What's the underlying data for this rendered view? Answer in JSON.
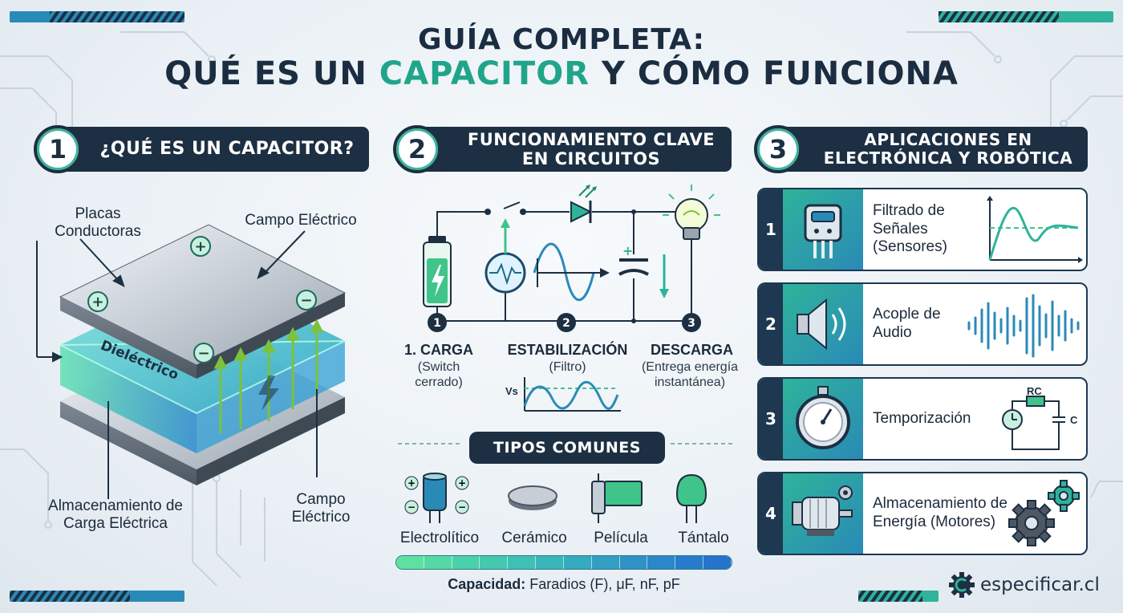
{
  "title": {
    "line1": "GUÍA COMPLETA:",
    "line2_pre": "QUÉ ES UN ",
    "line2_accent": "CAPACITOR",
    "line2_post": " Y CÓMO FUNCIONA"
  },
  "section1": {
    "number": "1",
    "header": "¿QUÉ ES UN CAPACITOR?",
    "labels": {
      "plates": "Placas Conductoras",
      "field_top": "Campo Eléctrico",
      "dielectric": "Dieléctrico",
      "storage": "Almacenamiento de Carga Eléctrica",
      "field_bottom": "Campo Eléctrico"
    },
    "signs": [
      "+",
      "+",
      "−",
      "−"
    ]
  },
  "section2": {
    "number": "2",
    "header": "FUNCIONAMIENTO CLAVE EN CIRCUITOS",
    "steps": [
      {
        "num": "1",
        "title": "1. CARGA",
        "sub": "(Switch cerrado)"
      },
      {
        "num": "2",
        "title": "ESTABILIZACIÓN",
        "sub": "(Filtro)",
        "axis": "Vs"
      },
      {
        "num": "3",
        "title": "DESCARGA",
        "sub": "(Entrega energía instantánea)"
      }
    ],
    "cap_sign": "+",
    "types_header": "TIPOS COMUNES",
    "types": [
      "Electrolítico",
      "Cerámico",
      "Película",
      "Tántalo"
    ],
    "capacity_label": "Capacidad:",
    "capacity_units": " Faradios (F), μF, nF, pF"
  },
  "section3": {
    "number": "3",
    "header": "APLICACIONES EN ELECTRÓNICA Y ROBÓTICA",
    "cards": [
      {
        "num": "1",
        "text": "Filtrado de Señales (Sensores)"
      },
      {
        "num": "2",
        "text": "Acople de Audio"
      },
      {
        "num": "3",
        "text": "Temporización",
        "rc": "RC",
        "c": "C"
      },
      {
        "num": "4",
        "text": "Almacenamiento de Energía (Motores)"
      }
    ]
  },
  "logo": {
    "text": "especificar.cl"
  },
  "colors": {
    "navy": "#1d2f42",
    "teal": "#21a58a",
    "blue": "#2a8ab7",
    "green": "#3fc48a"
  }
}
